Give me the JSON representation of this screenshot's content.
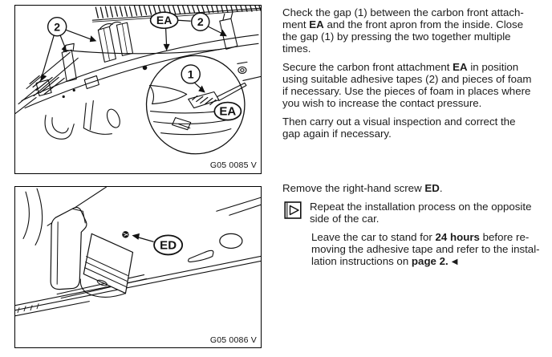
{
  "page": {
    "background": "#ffffff",
    "text_color": "#1c1c1c",
    "line_color": "#111111"
  },
  "figure1": {
    "caption": "G05 0085 V",
    "callout_2_left": "2",
    "callout_ea_top": "EA",
    "callout_2_right": "2",
    "callout_1": "1",
    "callout_ea_detail": "EA"
  },
  "figure2": {
    "caption": "G05 0086 V",
    "callout_ed": "ED"
  },
  "instructions": {
    "para1": {
      "l1": "Check the gap (1) between the carbon front attach-",
      "l2a": "ment ",
      "l2b": "EA",
      "l2c": " and the front apron from the inside. Close",
      "l3": "the gap (1) by pressing the two together multiple",
      "l4": "times."
    },
    "para2": {
      "l1a": "Secure the carbon front attachment ",
      "l1b": "EA",
      "l1c": " in position",
      "l2": "using suitable adhesive tapes (2) and pieces of foam",
      "l3": "if necessary. Use the pieces of foam in places where",
      "l4": "you wish to increase the contact pressure."
    },
    "para3": {
      "l1": "Then carry out a visual inspection and correct the",
      "l2": "gap again if necessary."
    },
    "para4": {
      "l1a": "Remove the right-hand screw ",
      "l1b": "ED",
      "l1c": "."
    },
    "hint": {
      "l1": "Repeat the installation process on the opposite",
      "l2": "side of the car."
    },
    "leave": {
      "l1a": "Leave the car to stand for ",
      "l1b": "24 hours",
      "l1c": " before re-",
      "l2": "moving the adhesive tape and refer to the instal-",
      "l3a": "lation instructions on ",
      "l3b": "page 2.",
      "end_mark": "◀"
    }
  }
}
